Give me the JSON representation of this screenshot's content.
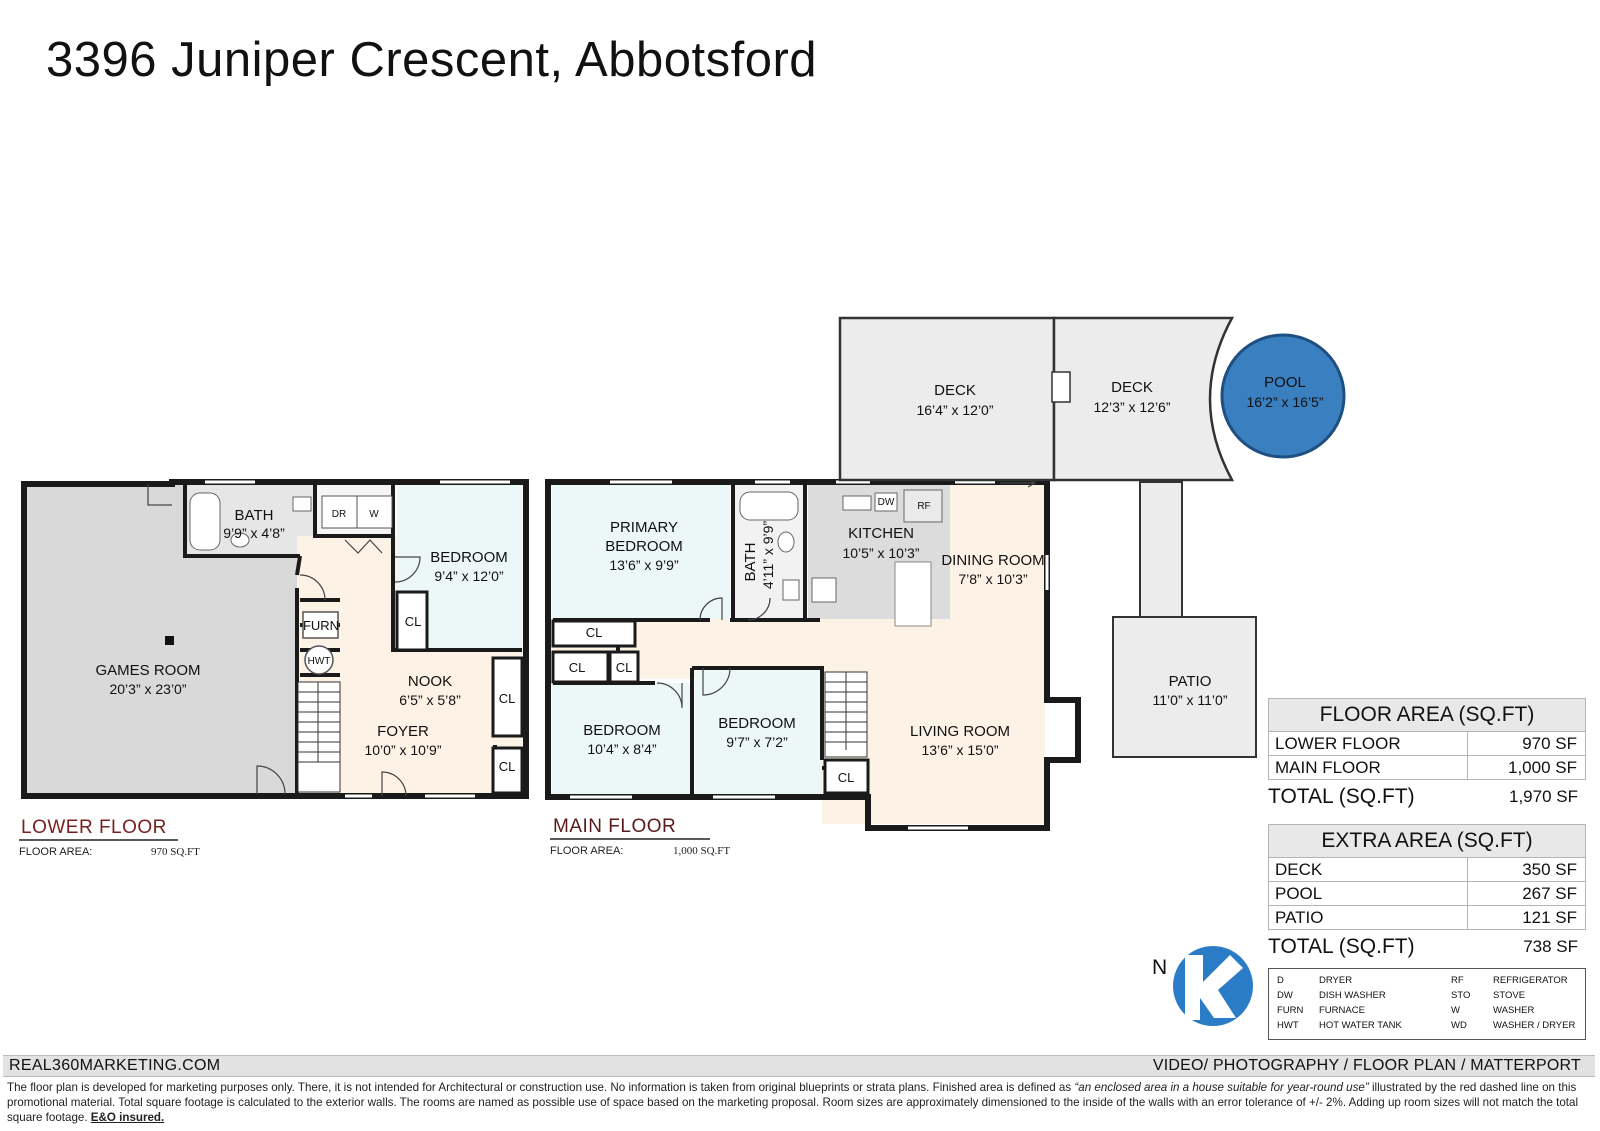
{
  "title": "3396 Juniper Crescent, Abbotsford",
  "colors": {
    "wall": "#1a1a1a",
    "games_room": "#d9d9d9",
    "bath": "#e6e6e6",
    "hall": "#fdf2e6",
    "bedroom": "#ecf8f8",
    "kitchen": "#dcdcdc",
    "deck": "#ececec",
    "pool": "#3a7fbf",
    "lower_floor_label": "#7a2020",
    "main_floor_label": "#5a1a1a"
  },
  "lower_floor": {
    "label": "LOWER FLOOR",
    "area_label": "FLOOR AREA:",
    "area_value": "970 SQ.FT",
    "rooms": {
      "games": {
        "name": "GAMES ROOM",
        "dim": "20’3” x 23’0”"
      },
      "bath": {
        "name": "BATH",
        "dim": "9’9” x 4’8”"
      },
      "bedroom": {
        "name": "BEDROOM",
        "dim": "9’4” x 12’0”"
      },
      "nook": {
        "name": "NOOK",
        "dim": "6’5” x 5’8”"
      },
      "foyer": {
        "name": "FOYER",
        "dim": "10’0” x 10’9”"
      }
    },
    "fixtures": {
      "dr": "DR",
      "w": "W",
      "furn": "FURN",
      "hwt": "HWT",
      "cl": "CL"
    }
  },
  "main_floor": {
    "label": "MAIN FLOOR",
    "area_label": "FLOOR AREA:",
    "area_value": "1,000 SQ.FT",
    "rooms": {
      "primary": {
        "name1": "PRIMARY",
        "name2": "BEDROOM",
        "dim": "13’6” x 9’9”"
      },
      "bath": {
        "name": "BATH",
        "dim": "4’11” x 9’9”"
      },
      "kitchen": {
        "name": "KITCHEN",
        "dim": "10’5” x 10’3”"
      },
      "dining": {
        "name": "DINING ROOM",
        "dim": "7’8” x 10’3”"
      },
      "bedroom1": {
        "name": "BEDROOM",
        "dim": "10’4” x 8’4”"
      },
      "bedroom2": {
        "name": "BEDROOM",
        "dim": "9’7” x 7’2”"
      },
      "living": {
        "name": "LIVING ROOM",
        "dim": "13’6” x 15’0”"
      }
    },
    "fixtures": {
      "dw": "DW",
      "rf": "RF",
      "cl": "CL"
    }
  },
  "outdoor": {
    "deck1": {
      "name": "DECK",
      "dim": "16’4” x 12’0”"
    },
    "deck2": {
      "name": "DECK",
      "dim": "12’3” x 12’6”"
    },
    "pool": {
      "name": "POOL",
      "dim": "16’2” x 16’5”"
    },
    "patio": {
      "name": "PATIO",
      "dim": "11’0” x 11’0”"
    }
  },
  "floor_area_table": {
    "header": "FLOOR AREA (SQ.FT)",
    "rows": [
      {
        "label": "LOWER FLOOR",
        "value": "970 SF"
      },
      {
        "label": "MAIN FLOOR",
        "value": "1,000 SF"
      }
    ],
    "total_label": "TOTAL (SQ.FT)",
    "total_value": "1,970 SF"
  },
  "extra_area_table": {
    "header": "EXTRA AREA (SQ.FT)",
    "rows": [
      {
        "label": "DECK",
        "value": "350 SF"
      },
      {
        "label": "POOL",
        "value": "267 SF"
      },
      {
        "label": "PATIO",
        "value": "121 SF"
      }
    ],
    "total_label": "TOTAL (SQ.FT)",
    "total_value": "738 SF"
  },
  "compass": {
    "letter": "N",
    "icon": "compass-logo-icon"
  },
  "legend": [
    {
      "code": "D",
      "meaning": "DRYER"
    },
    {
      "code": "DW",
      "meaning": "DISH WASHER"
    },
    {
      "code": "FURN",
      "meaning": "FURNACE"
    },
    {
      "code": "HWT",
      "meaning": "HOT WATER TANK"
    },
    {
      "code": "RF",
      "meaning": "REFRIGERATOR"
    },
    {
      "code": "STO",
      "meaning": "STOVE"
    },
    {
      "code": "W",
      "meaning": "WASHER"
    },
    {
      "code": "WD",
      "meaning": "WASHER / DRYER"
    }
  ],
  "footer": {
    "website": "REAL360MARKETING.COM",
    "services": "VIDEO/ PHOTOGRAPHY / FLOOR PLAN / MATTERPORT",
    "disclaimer_1": "The floor plan is developed for marketing purposes only. There, it is not intended for Architectural or construction use. No information is  taken from original blueprints or strata plans. Finished area is defined as ",
    "disclaimer_quote": "“an enclosed area in a house suitable for year-round use”",
    "disclaimer_2": " illustrated by the red dashed line on this promotional material. Total square footage is calculated to the exterior walls. The rooms are named as possible use of space based on the marketing proposal. Room sizes are approximately dimensioned to the inside of the walls with an error tolerance of +/- 2%. Adding up room sizes will not match the total square footage. ",
    "disclaimer_eo": "E&O insured."
  }
}
